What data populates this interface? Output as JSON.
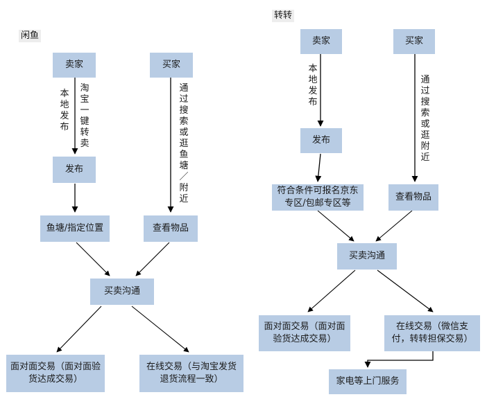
{
  "left": {
    "title": "闲鱼",
    "seller": "卖家",
    "buyer": "买家",
    "publish": "发布",
    "pond": "鱼塘/指定位置",
    "view": "查看物品",
    "chat": "买卖沟通",
    "face_trade": "面对面交易（面对面验货达成交易）",
    "online_trade": "在线交易（与淘宝发货退货流程一致）",
    "label_local": "本地发布",
    "label_taobao": "淘宝一键转卖",
    "label_search": "通过搜索或逛鱼塘／附近"
  },
  "right": {
    "title": "转转",
    "seller": "卖家",
    "buyer": "买家",
    "publish": "发布",
    "jd_zone": "符合条件可报名京东专区/包邮专区等",
    "view": "查看物品",
    "chat": "买卖沟通",
    "face_trade": "面对面交易（面对面验货达成交易）",
    "online_trade": "在线交易（微信支付，转转担保交易）",
    "home_service": "家电等上门服务",
    "label_local": "本地发布",
    "label_search": "通过搜索或逛附近"
  }
}
